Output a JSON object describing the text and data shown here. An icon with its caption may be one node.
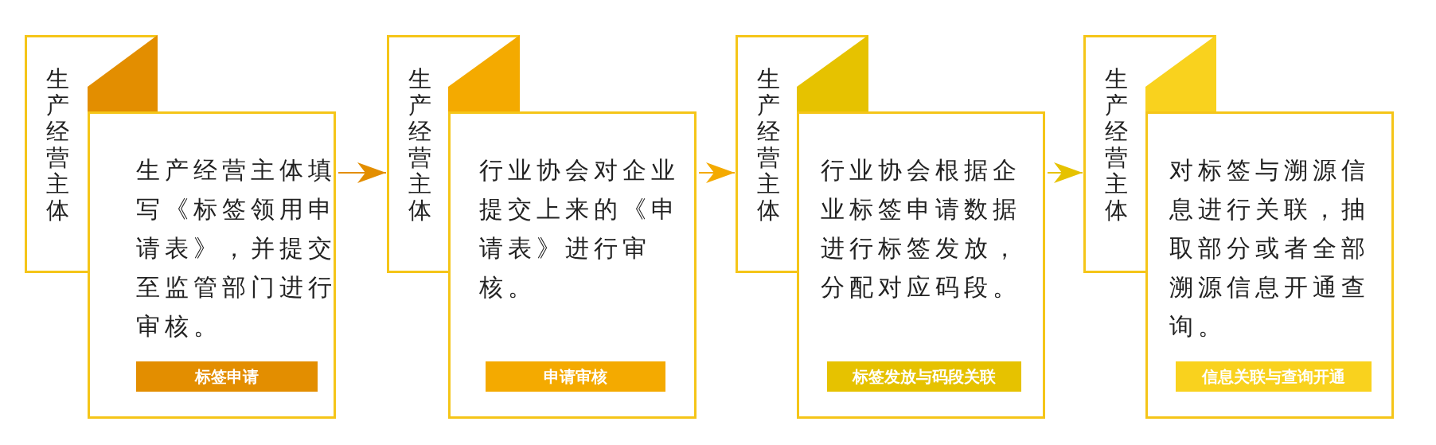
{
  "diagram": {
    "nodes": [
      {
        "text": [
          "生产经营主体"
        ]
      },
      {
        "text": [
          "生产经营主体填写《标签领用申请表》，并提交至监管部门进行审核。",
          "标签申请"
        ]
      },
      {
        "text": [
          "生产经营主体"
        ]
      },
      {
        "text": [
          "行业协会对企业提交上来的《申请表》进行审核。",
          "申请审核"
        ]
      },
      {
        "text": [
          "生产经营主体"
        ]
      },
      {
        "text": [
          "行业协会根据企业标签申请数据进行标签发放，分配对应码段。",
          "标签发放与码段关联"
        ]
      },
      {
        "text": [
          "生产经营主体"
        ]
      },
      {
        "text": [
          "对标签与溯源信息进行关联，抽取部分或者全部溯源信息开通查询。",
          "信息关联与查询开通"
        ]
      }
    ],
    "edges": [
      {
        "from": 1,
        "to": 2,
        "arrow": "to",
        "color": "#e38e00"
      },
      {
        "from": 3,
        "to": 4,
        "arrow": "to",
        "color": "#f4aa00"
      },
      {
        "from": 5,
        "to": 6,
        "arrow": "to",
        "color": "#e6c200"
      }
    ]
  }
}
